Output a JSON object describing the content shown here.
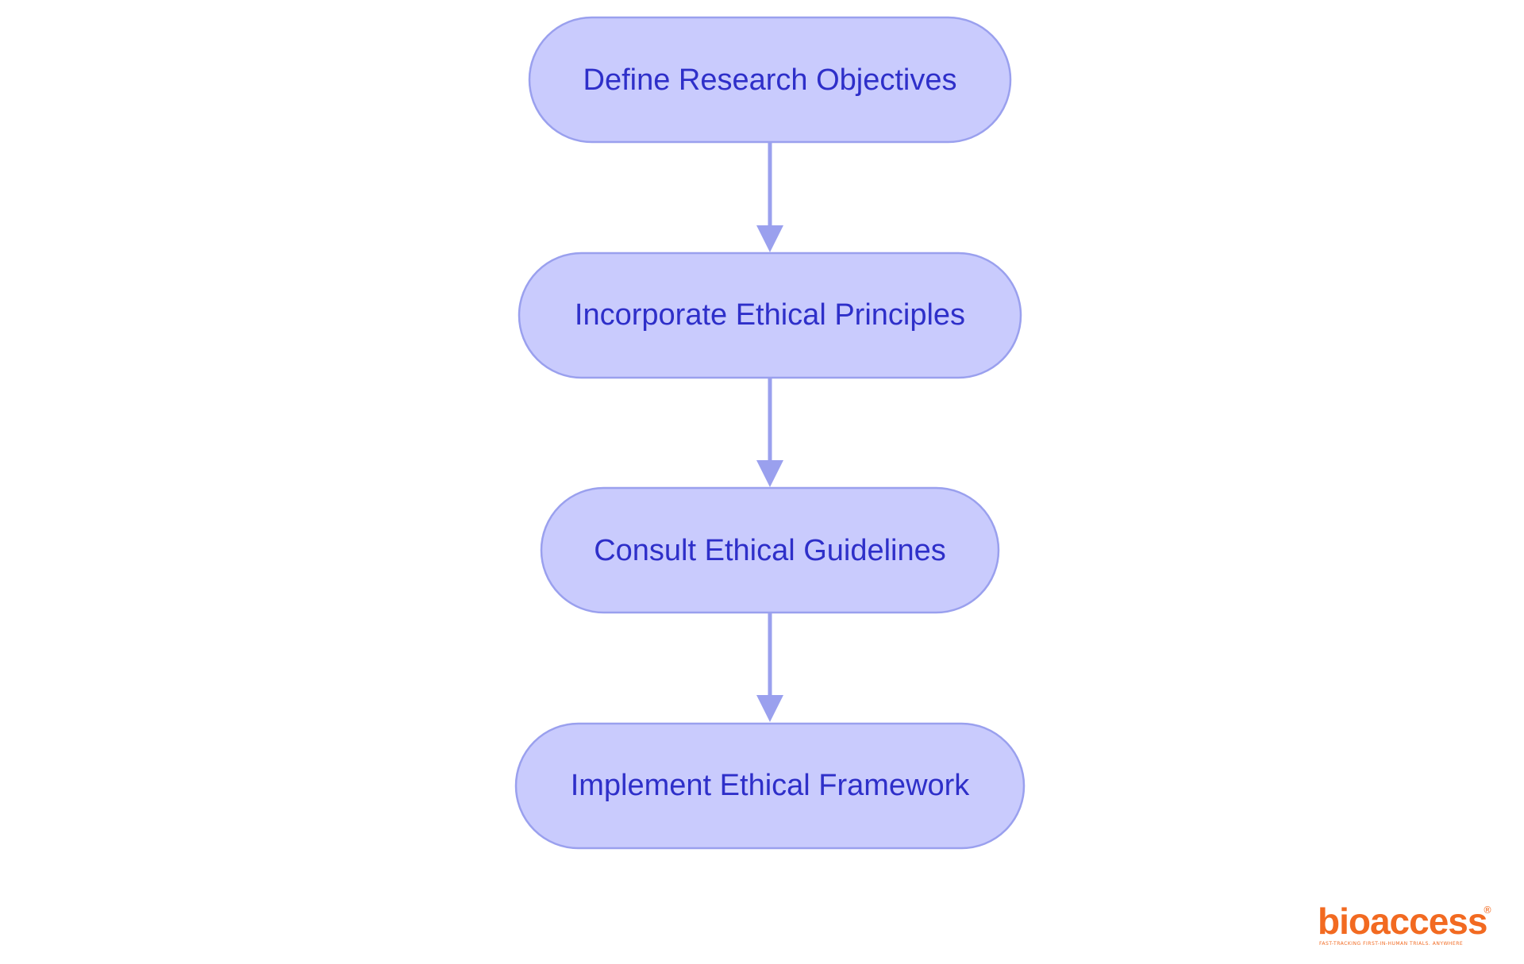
{
  "diagram": {
    "type": "flowchart",
    "direction": "top-to-bottom",
    "nodes": [
      {
        "id": "n1",
        "label": "Define Research Objectives"
      },
      {
        "id": "n2",
        "label": "Incorporate Ethical Principles"
      },
      {
        "id": "n3",
        "label": "Consult Ethical Guidelines"
      },
      {
        "id": "n4",
        "label": "Implement Ethical Framework"
      }
    ],
    "edges": [
      {
        "from": "n1",
        "to": "n2"
      },
      {
        "from": "n2",
        "to": "n3"
      },
      {
        "from": "n3",
        "to": "n4"
      }
    ],
    "colors": {
      "node_fill": "#c9cbfd",
      "node_stroke": "#9aa0ee",
      "node_text": "#2e2fc9",
      "edge": "#9aa0ee",
      "logo": "#f26a21"
    }
  },
  "logo": {
    "word": "bioaccess",
    "registered_mark": "®",
    "tagline": "FAST-TRACKING FIRST-IN-HUMAN TRIALS. ANYWHERE"
  }
}
